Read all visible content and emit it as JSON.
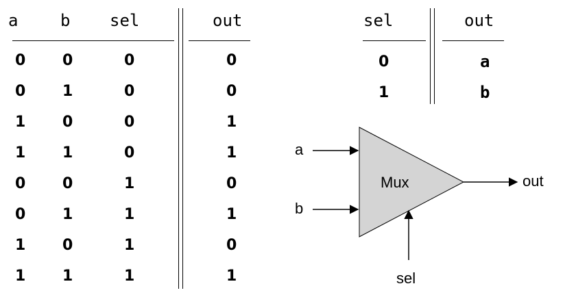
{
  "truth_table": {
    "headers": [
      "a",
      "b",
      "sel",
      "out"
    ],
    "rows": [
      [
        "0",
        "0",
        "0",
        "0"
      ],
      [
        "0",
        "1",
        "0",
        "0"
      ],
      [
        "1",
        "0",
        "0",
        "1"
      ],
      [
        "1",
        "1",
        "0",
        "1"
      ],
      [
        "0",
        "0",
        "1",
        "0"
      ],
      [
        "0",
        "1",
        "1",
        "1"
      ],
      [
        "1",
        "0",
        "1",
        "0"
      ],
      [
        "1",
        "1",
        "1",
        "1"
      ]
    ]
  },
  "summary_table": {
    "headers": [
      "sel",
      "out"
    ],
    "rows": [
      [
        "0",
        "a"
      ],
      [
        "1",
        "b"
      ]
    ]
  },
  "mux": {
    "block_label": "Mux",
    "input_a": "a",
    "input_b": "b",
    "select": "sel",
    "output": "out",
    "fill": "#d4d4d4"
  }
}
